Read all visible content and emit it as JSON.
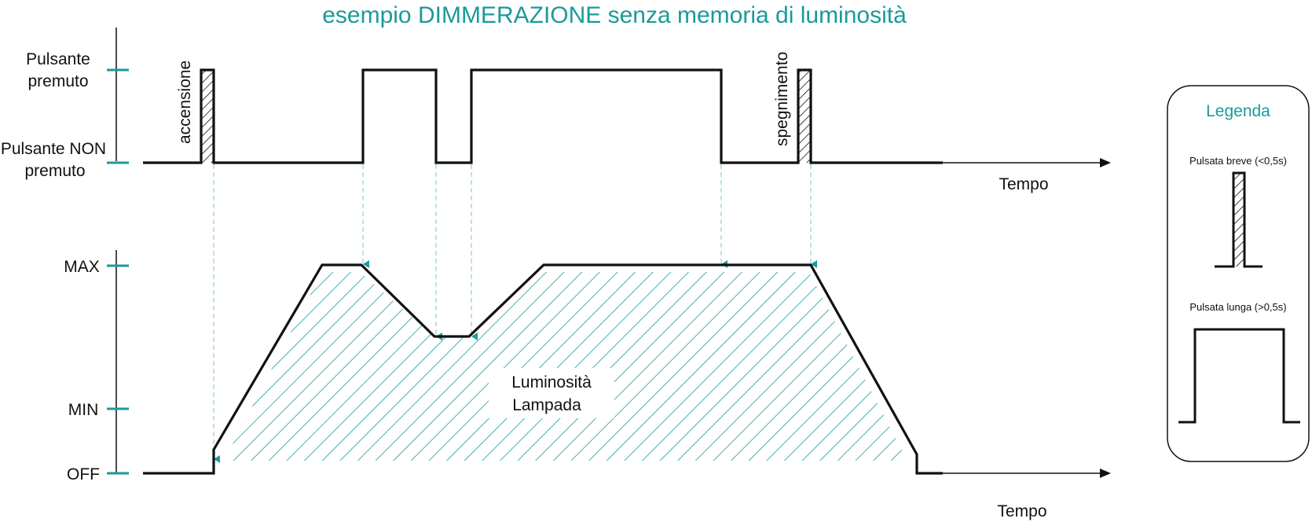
{
  "title": "esempio DIMMERAZIONE senza memoria di luminosità",
  "colors": {
    "accent": "#1a9a9a",
    "line": "#111111",
    "guide": "#8fd0d0"
  },
  "top_plot": {
    "y_labels": {
      "pressed_line1": "Pulsante",
      "pressed_line2": "premuto",
      "not_pressed_line1": "Pulsante NON",
      "not_pressed_line2": "premuto"
    },
    "x_label": "Tempo",
    "annotations": {
      "on": "accensione",
      "off": "spegnimento"
    }
  },
  "bottom_plot": {
    "y_labels": {
      "max": "MAX",
      "min": "MIN",
      "off": "OFF"
    },
    "x_label": "Tempo",
    "area_label_line1": "Luminosità",
    "area_label_line2": "Lampada"
  },
  "legend": {
    "title": "Legenda",
    "short_press": "Pulsata breve (<0,5s)",
    "long_press": "Pulsata lunga (>0,5s)"
  }
}
